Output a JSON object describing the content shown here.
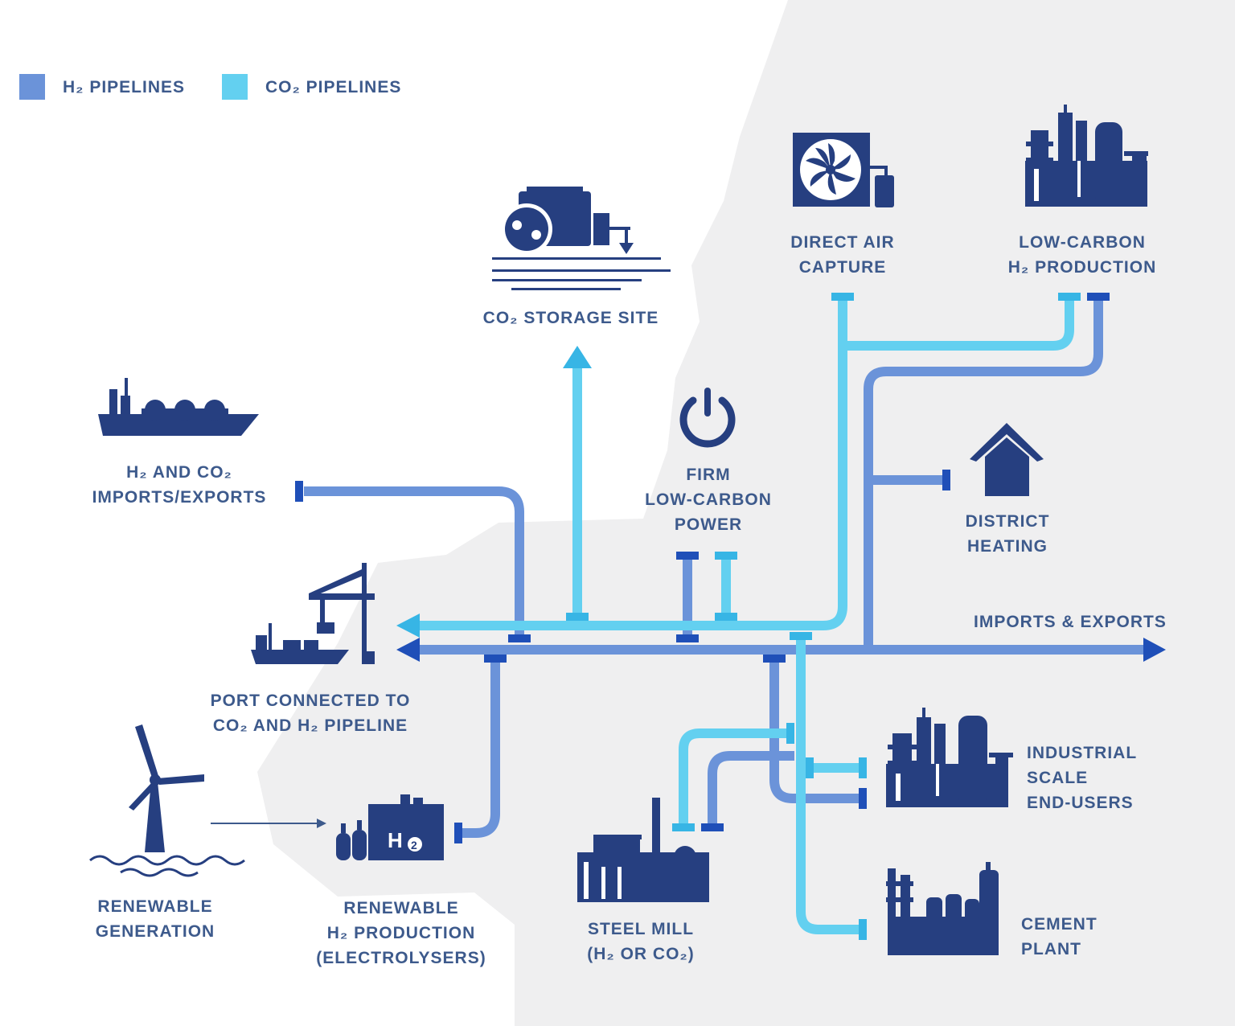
{
  "legend": {
    "h2": {
      "label": "H₂ PIPELINES",
      "color": "#6b93d9"
    },
    "co2": {
      "label": "CO₂ PIPELINES",
      "color": "#63d0f0"
    }
  },
  "colors": {
    "h2_pipe": "#6b93d9",
    "co2_pipe": "#63d0f0",
    "connector_dark": "#1f4fb8",
    "connector_light": "#37b5e5",
    "icon": "#263f80",
    "text": "#3d5a8c",
    "land": "#efeff0"
  },
  "nodes": {
    "co2_storage": {
      "line1": "CO₂ STORAGE SITE",
      "icon": "storage-tank-icon"
    },
    "direct_air_capture": {
      "line1": "DIRECT AIR",
      "line2": "CAPTURE",
      "icon": "fan-icon"
    },
    "low_carbon_h2": {
      "line1": "LOW-CARBON",
      "line2": "H₂ PRODUCTION",
      "icon": "refinery-icon"
    },
    "imports_exports_ship": {
      "line1": "H₂  AND CO₂",
      "line2": "IMPORTS/EXPORTS",
      "icon": "tanker-ship-icon"
    },
    "firm_power": {
      "line1": "FIRM",
      "line2": "LOW-CARBON",
      "line3": "POWER",
      "icon": "power-icon"
    },
    "district_heating": {
      "line1": "DISTRICT",
      "line2": "HEATING",
      "icon": "house-icon"
    },
    "imports_exports_arrow": {
      "line1": "IMPORTS & EXPORTS"
    },
    "port": {
      "line1": "PORT CONNECTED TO",
      "line2": "CO₂ AND H₂ PIPELINE",
      "icon": "port-crane-icon"
    },
    "industrial": {
      "line1": "INDUSTRIAL",
      "line2": "SCALE",
      "line3": "END-USERS",
      "icon": "industrial-plant-icon"
    },
    "renewable_generation": {
      "line1": "RENEWABLE",
      "line2": "GENERATION",
      "icon": "wind-turbine-icon"
    },
    "electrolysers": {
      "line1": "RENEWABLE",
      "line2": "H₂ PRODUCTION",
      "line3": "(ELECTROLYSERS)",
      "icon": "electrolyser-icon",
      "badge": "H"
    },
    "steel_mill": {
      "line1": "STEEL MILL",
      "line2": "(H₂ OR CO₂)",
      "icon": "steel-mill-icon"
    },
    "cement_plant": {
      "line1": "CEMENT",
      "line2": "PLANT",
      "icon": "cement-plant-icon"
    }
  }
}
